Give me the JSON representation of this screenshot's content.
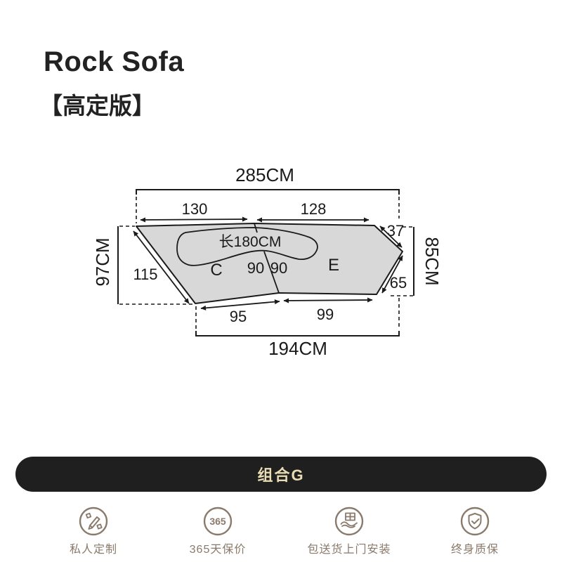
{
  "header": {
    "title": "Rock Sofa",
    "subtitle": "【高定版】"
  },
  "diagram": {
    "overall_width": "285CM",
    "top_left_segment": "130",
    "top_right_segment": "128",
    "top_corner": "37",
    "left_height": "97CM",
    "left_edge": "115",
    "cushion_length": "长180CM",
    "module_left": "C",
    "seat_depth_left": "90",
    "seat_depth_right": "90",
    "module_right": "E",
    "right_height": "85CM",
    "right_corner": "65",
    "bottom_left_segment": "95",
    "bottom_right_segment": "99",
    "bottom_width": "194CM",
    "fill_color": "#d8d8d8",
    "line_color": "#1a1a1a"
  },
  "combo_button": {
    "label": "组合G",
    "bg_color": "#1f1f1f",
    "text_color": "#e9dcb5"
  },
  "footer": {
    "accent_color": "#8a7a6b",
    "items": [
      {
        "icon": "pencil-circle-icon",
        "label": "私人定制"
      },
      {
        "icon": "badge-365-icon",
        "badge": "365",
        "label": "365天保价"
      },
      {
        "icon": "hand-box-icon",
        "label": "包送货上门安装"
      },
      {
        "icon": "shield-check-icon",
        "label": "终身质保"
      }
    ]
  }
}
